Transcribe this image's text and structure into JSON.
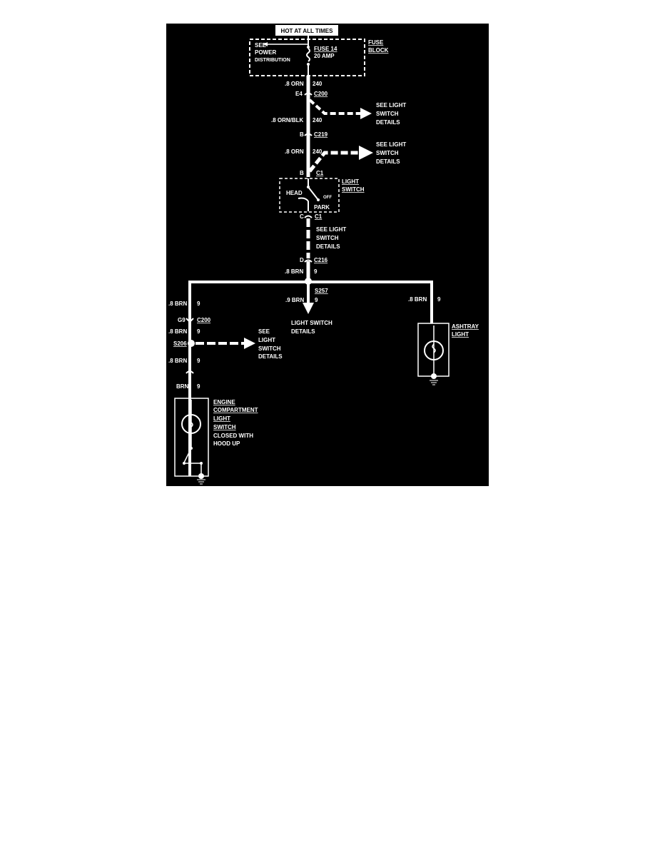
{
  "colors": {
    "background": "#000000",
    "wire": "#ffffff",
    "page": "#ffffff"
  },
  "header": {
    "hot": "HOT AT ALL TIMES"
  },
  "fuse_block": {
    "title": [
      "FUSE",
      "BLOCK"
    ],
    "see": [
      "SEE",
      "POWER",
      "DISTRIBUTION"
    ],
    "fuse": "FUSE 14",
    "rating": "20 AMP"
  },
  "wires": {
    "w1": {
      "gauge": ".8 ORN",
      "circuit": "240"
    },
    "w2": {
      "gauge": ".8 ORN/BLK",
      "circuit": "240"
    },
    "w3": {
      "gauge": ".8 ORN",
      "circuit": "240"
    },
    "w4": {
      "gauge": ".8 BRN",
      "circuit": "9"
    },
    "w5": {
      "gauge": ".9 BRN",
      "circuit": "9"
    },
    "w6": {
      "gauge": ".8 BRN",
      "circuit": "9"
    },
    "w7": {
      "gauge": ".8 BRN",
      "circuit": "9"
    },
    "w8": {
      "gauge": ".8 BRN",
      "circuit": "9"
    },
    "w9": {
      "gauge": ".8 BRN",
      "circuit": "9"
    },
    "w10": {
      "gauge": "BRN",
      "circuit": "9"
    }
  },
  "connectors": {
    "c200a": {
      "pin": "E4",
      "name": "C200"
    },
    "c219": {
      "pin": "B",
      "name": "C219"
    },
    "c1a": {
      "pin": "B",
      "name": "C1"
    },
    "c1b": {
      "pin": "C",
      "name": "C1"
    },
    "c216": {
      "pin": "D",
      "name": "C216"
    },
    "c200b": {
      "pin": "G9",
      "name": "C200"
    }
  },
  "splices": {
    "s257": "S257",
    "s206": "S206"
  },
  "light_switch": {
    "title": [
      "LIGHT",
      "SWITCH"
    ],
    "head": "HEAD",
    "off": "OFF",
    "park": "PARK"
  },
  "refs": {
    "r1": [
      "SEE LIGHT",
      "SWITCH",
      "DETAILS"
    ],
    "r2": [
      "SEE LIGHT",
      "SWITCH",
      "DETAILS"
    ],
    "r3": [
      "SEE LIGHT",
      "SWITCH",
      "DETAILS"
    ],
    "r4": [
      "LIGHT SWITCH",
      "DETAILS"
    ],
    "r5": [
      "SEE",
      "LIGHT",
      "SWITCH",
      "DETAILS"
    ]
  },
  "ashtray": {
    "title": [
      "ASHTRAY",
      "LIGHT"
    ]
  },
  "engine": {
    "title": [
      "ENGINE",
      "COMPARTMENT",
      "LIGHT",
      "SWITCH"
    ],
    "note": [
      "CLOSED WITH",
      "HOOD UP"
    ]
  }
}
